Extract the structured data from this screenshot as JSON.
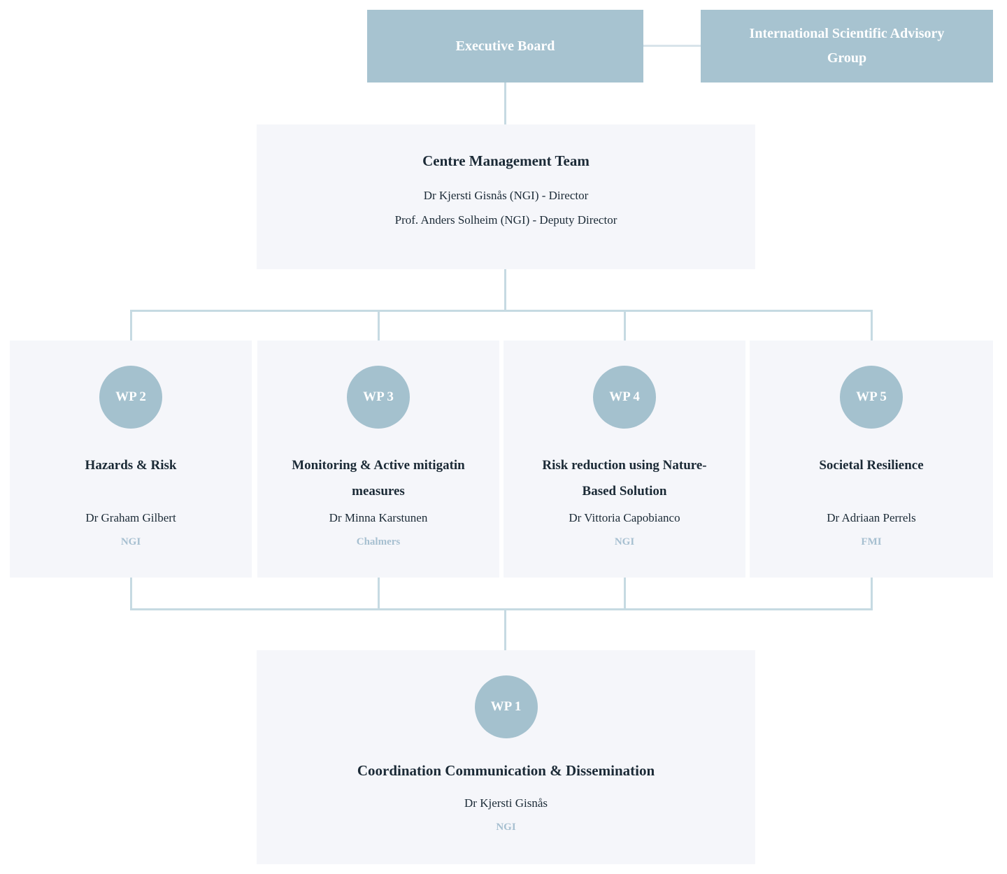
{
  "palette": {
    "box_blue": "#a7c3d0",
    "circle_blue": "#a4c1ce",
    "panel_background": "#f5f6fa",
    "connector_line": "#c6dae2",
    "dark_text": "#1b2a36",
    "affiliation_text": "#a6bfd0",
    "white_text": "#ffffff"
  },
  "top": {
    "executive_board": {
      "label": "Executive Board"
    },
    "advisory_group": {
      "label": "International Scientific Advisory Group"
    }
  },
  "management": {
    "title": "Centre Management Team",
    "members": [
      "Dr Kjersti Gisnås (NGI) - Director",
      "Prof. Anders Solheim (NGI) - Deputy Director"
    ]
  },
  "work_packages": [
    {
      "id": "WP 2",
      "title": "Hazards & Risk",
      "lead": "Dr Graham Gilbert",
      "affiliation": "NGI"
    },
    {
      "id": "WP 3",
      "title": "Monitoring & Active mitigatin measures",
      "lead": "Dr Minna Karstunen",
      "affiliation": "Chalmers"
    },
    {
      "id": "WP 4",
      "title": "Risk reduction using Nature-Based Solution",
      "lead": "Dr Vittoria Capobianco",
      "affiliation": "NGI"
    },
    {
      "id": "WP 5",
      "title": "Societal Resilience",
      "lead": "Dr Adriaan Perrels",
      "affiliation": "FMI"
    }
  ],
  "wp1": {
    "id": "WP 1",
    "title": "Coordination Communication & Dissemination",
    "lead": "Dr Kjersti Gisnås",
    "affiliation": "NGI"
  }
}
